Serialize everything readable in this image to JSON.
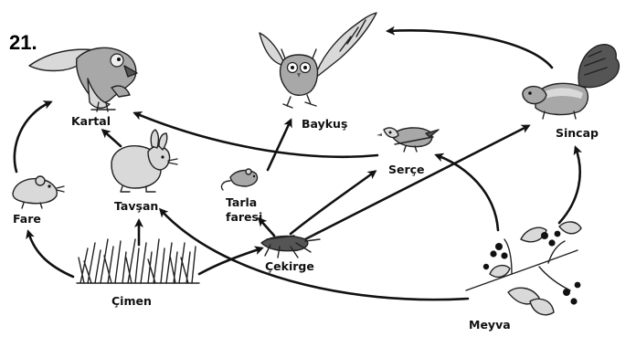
{
  "question_number": "21.",
  "organisms": {
    "kartal": "Kartal",
    "baykus": "Baykuş",
    "sincap": "Sincap",
    "serce": "Serçe",
    "tarla_faresi_1": "Tarla",
    "tarla_faresi_2": "faresi",
    "tavsan": "Tavşan",
    "fare": "Fare",
    "cekirge": "Çekirge",
    "cimen": "Çimen",
    "meyva": "Meyva"
  },
  "icons": {
    "kartal": "eagle-icon",
    "baykus": "owl-icon",
    "sincap": "skunk-icon",
    "serce": "sparrow-icon",
    "tarla_faresi": "field-mouse-icon",
    "tavsan": "rabbit-icon",
    "fare": "mouse-icon",
    "cekirge": "grasshopper-icon",
    "cimen": "grass-icon",
    "meyva": "berry-branch-icon"
  },
  "relations": [
    {
      "from": "Fare",
      "to": "Kartal"
    },
    {
      "from": "Tavşan",
      "to": "Kartal"
    },
    {
      "from": "Serçe",
      "to": "Kartal"
    },
    {
      "from": "Çimen",
      "to": "Fare"
    },
    {
      "from": "Çimen",
      "to": "Tavşan"
    },
    {
      "from": "Çimen",
      "to": "Çekirge"
    },
    {
      "from": "Çekirge",
      "to": "Tarla faresi"
    },
    {
      "from": "Tarla faresi",
      "to": "Baykuş"
    },
    {
      "from": "Çekirge",
      "to": "Serçe"
    },
    {
      "from": "Çekirge",
      "to": "Sincap"
    },
    {
      "from": "Sincap",
      "to": "Baykuş"
    },
    {
      "from": "Meyva",
      "to": "Sincap"
    },
    {
      "from": "Meyva",
      "to": "Serçe"
    },
    {
      "from": "Meyva",
      "to": "Tavşan"
    }
  ]
}
